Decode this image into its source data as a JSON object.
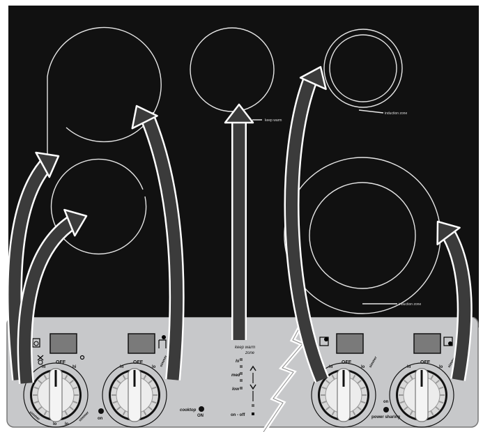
{
  "colors": {
    "cooktop": "#111111",
    "control_panel": "#c7c8ca",
    "knob": "#e6e6e6",
    "arrow_fill": "#3b3b3b",
    "arrow_outline": "#ffffff",
    "element_ring": "#e8e8e8"
  },
  "cooktop_labels": {
    "keep_warm_tag": "keep warm",
    "induction_tag_top": "induction zone",
    "induction_tag_bottom": "induction zone"
  },
  "panel": {
    "knob1": {
      "off": "OFF",
      "hi": "hi",
      "simmer_left": "simmer",
      "lo_bottom": "lo",
      "lo_right": "lo",
      "simmer_right": "simmer",
      "on": "on"
    },
    "knob2": {
      "off": "OFF",
      "hi": "hi",
      "lo": "lo",
      "simmer": "simmer",
      "cooktop": "cooktop",
      "cooktop_on": "ON"
    },
    "keep_warm": {
      "title": "keep warm",
      "subtitle": "zone",
      "hi": "hi",
      "med": "med",
      "low": "low",
      "up": "^",
      "down": "v",
      "on_off": "on - off"
    },
    "knob3": {
      "off": "OFF",
      "hi": "hi",
      "lo": "lo",
      "simmer": "simmer",
      "on": "on",
      "power_sharing": "power sharing"
    },
    "knob4": {
      "off": "OFF",
      "hi": "hi",
      "lo": "lo",
      "simmer": "simmer"
    }
  },
  "icons": [
    "dual-element-icon",
    "bridge-element-icon",
    "back-left-zone-icon",
    "back-right-zone-icon",
    "front-right-zone-icon",
    "power-indicator-icon"
  ]
}
